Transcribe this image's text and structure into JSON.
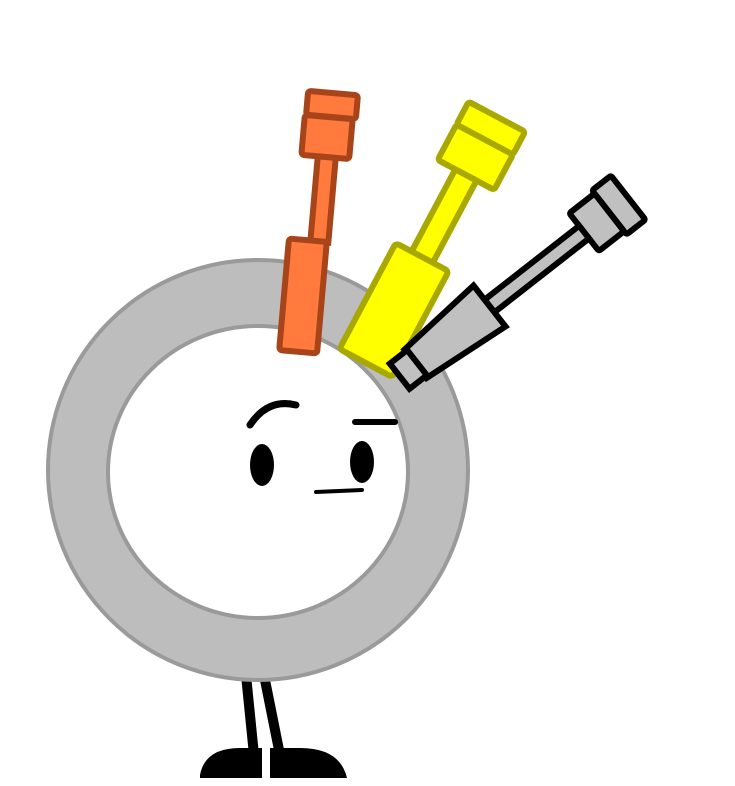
{
  "character": {
    "ring": {
      "fill": "#bdbdbd",
      "outline": "#9a9a9a",
      "inner": "#ffffff"
    },
    "face": {
      "ink": "#000000",
      "expression": "neutral-raised-brow"
    },
    "legs": {
      "color": "#000000"
    }
  },
  "tools": [
    {
      "name": "orange-screwdriver",
      "handle": "#ff7a3c",
      "outline": "#a8441a"
    },
    {
      "name": "yellow-screwdriver",
      "handle": "#ffff00",
      "outline": "#a8a800"
    },
    {
      "name": "gray-screwdriver",
      "handle": "#c0c0c0",
      "outline": "#000000"
    }
  ]
}
